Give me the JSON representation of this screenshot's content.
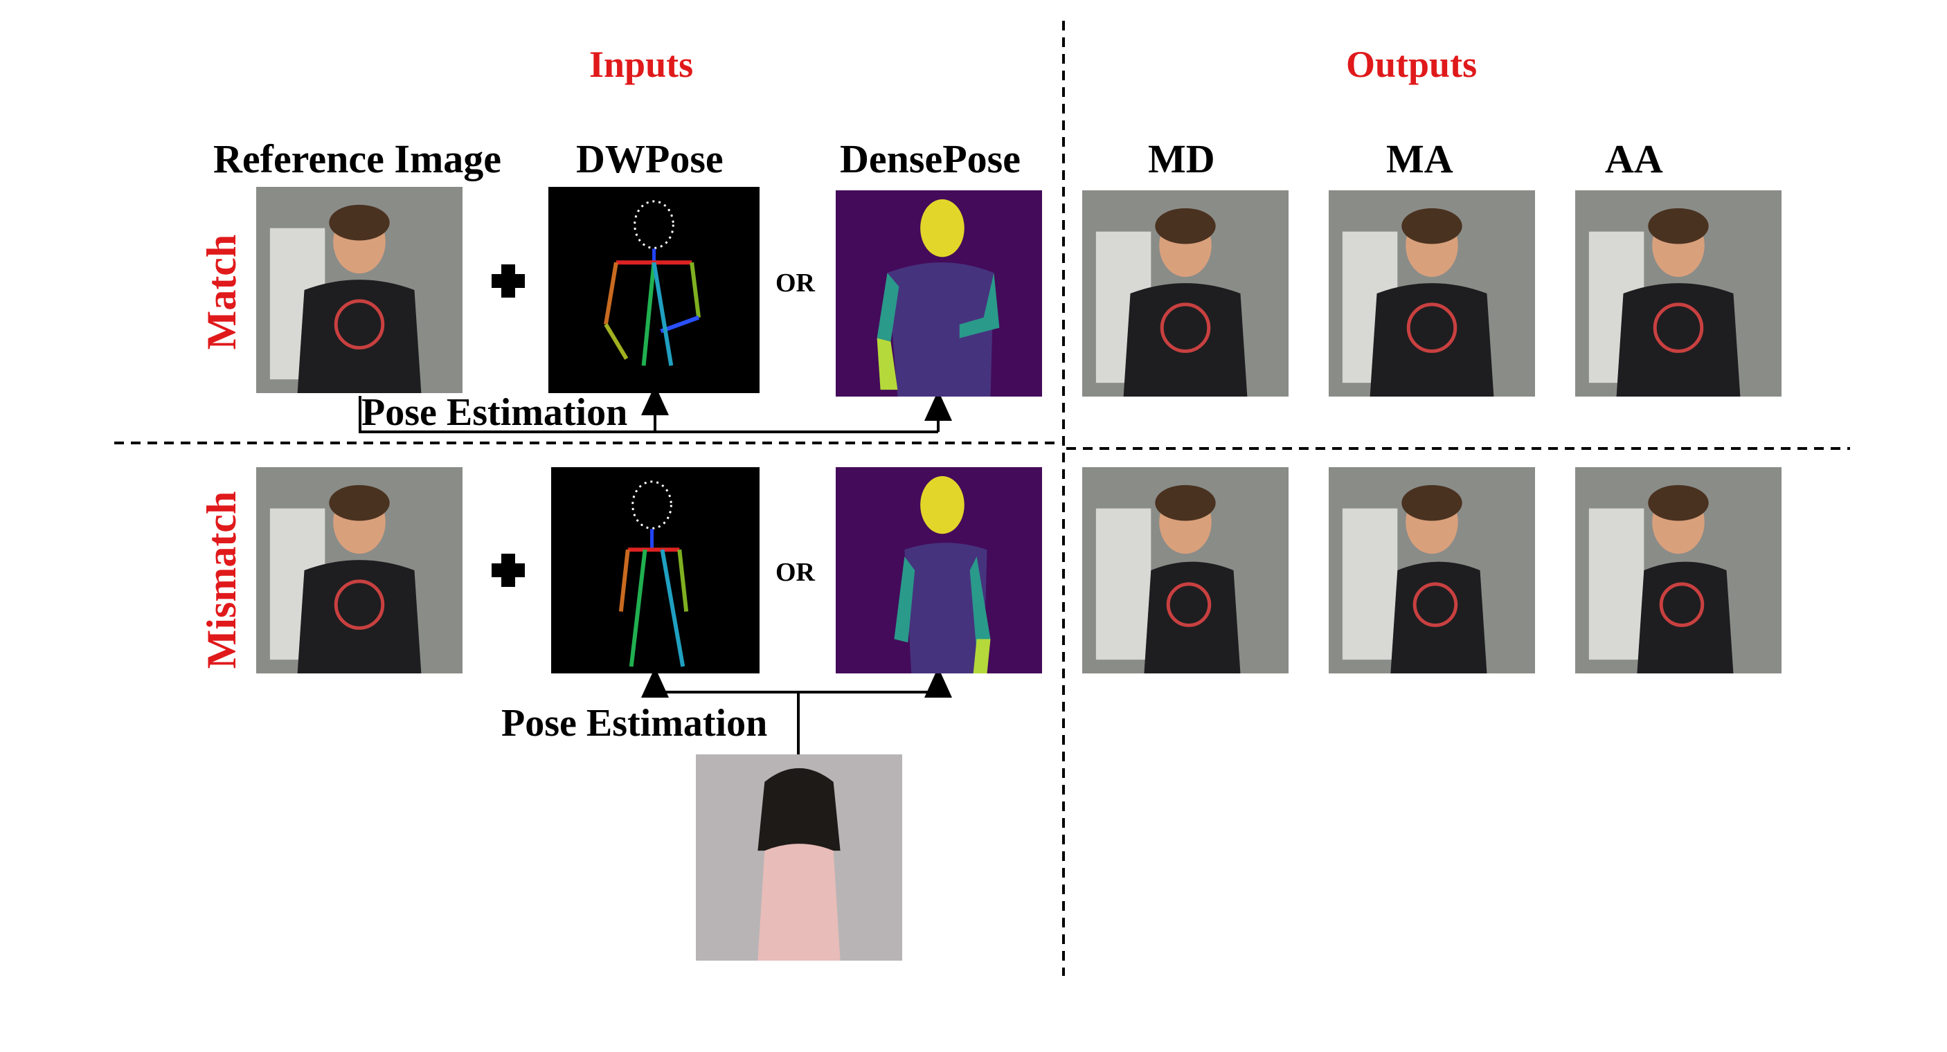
{
  "sections": {
    "inputs": "Inputs",
    "outputs": "Outputs"
  },
  "columns": {
    "reference": "Reference Image",
    "dwpose": "DWPose",
    "densepose": "DensePose",
    "md": "MD",
    "ma": "MA",
    "aa": "AA"
  },
  "rows": {
    "match": "Match",
    "mismatch": "Mismatch"
  },
  "or_label": "OR",
  "pose_estimation": "Pose Estimation",
  "colors": {
    "section_title": "#e0191b",
    "densepose_bg": "#440b5a",
    "densepose_body": "#46337e",
    "densepose_head": "#e3d62a",
    "densepose_arm": "#2a9a8a",
    "densepose_hand": "#b5d93a",
    "photo_wall": "#8a8c88",
    "shirt": "#1e1e20",
    "skin": "#d9a07c",
    "hair": "#4a3220"
  }
}
